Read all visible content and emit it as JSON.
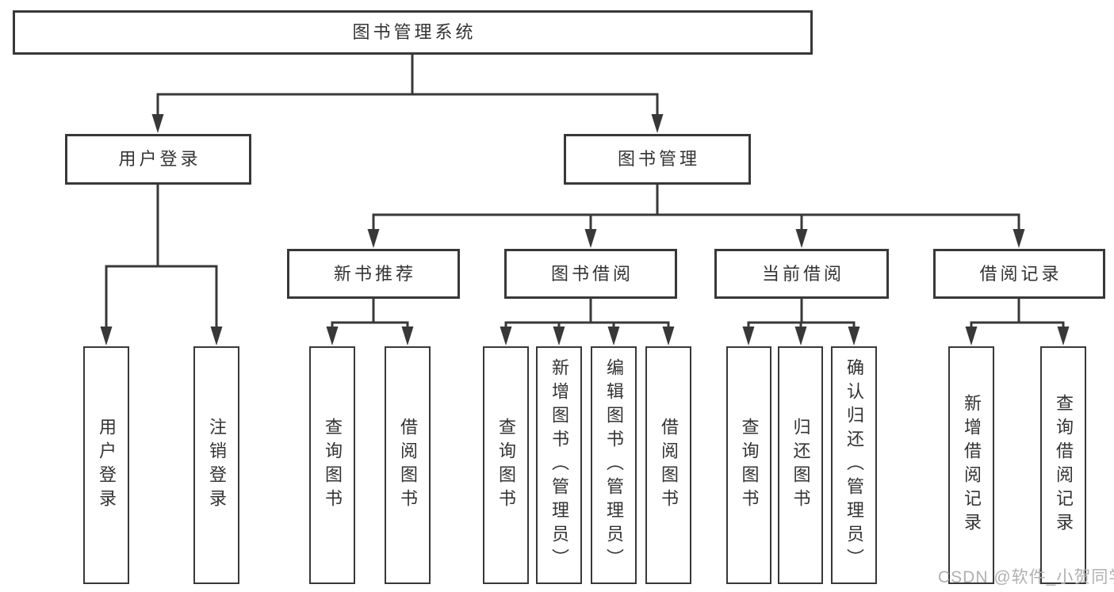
{
  "diagram": {
    "root": {
      "label": "图书管理系统"
    },
    "level1": [
      {
        "label": "用户登录"
      },
      {
        "label": "图书管理"
      }
    ],
    "level2": [
      {
        "label": "新书推荐"
      },
      {
        "label": "图书借阅"
      },
      {
        "label": "当前借阅"
      },
      {
        "label": "借阅记录"
      }
    ],
    "leaves": [
      {
        "label": "用户登录"
      },
      {
        "label": "注销登录"
      },
      {
        "label": "查询图书"
      },
      {
        "label": "借阅图书"
      },
      {
        "label": "查询图书"
      },
      {
        "label": "新增图书（管理员）"
      },
      {
        "label": "编辑图书（管理员）"
      },
      {
        "label": "借阅图书"
      },
      {
        "label": "查询图书"
      },
      {
        "label": "归还图书"
      },
      {
        "label": "确认归还（管理员）"
      },
      {
        "label": "新增借阅记录"
      },
      {
        "label": "查询借阅记录"
      }
    ]
  },
  "watermark": {
    "text": "CSDN @软件_小贺同学"
  },
  "colors": {
    "line": "#383838",
    "text": "#333333",
    "watermark": "#b0b0b0",
    "background": "#ffffff"
  }
}
